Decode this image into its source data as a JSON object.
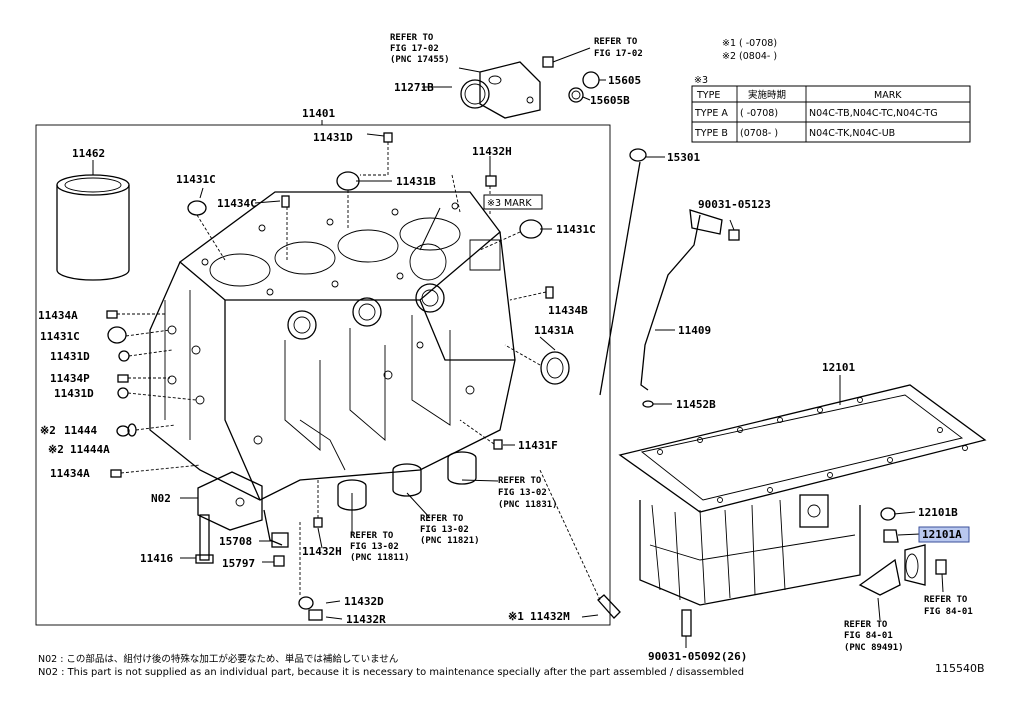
{
  "labels": {
    "l11462": "11462",
    "l11401": "11401",
    "l11431C_a": "11431C",
    "l11434C": "11434C",
    "l11431D_top": "11431D",
    "l11271B": "11271B",
    "l11431B": "11431B",
    "l11432H_top": "11432H",
    "l3mark": "※3 MARK",
    "l11431C_b": "11431C",
    "l15605": "15605",
    "l15605B": "15605B",
    "l15301": "15301",
    "l90031_05123": "90031-05123",
    "l11434A_a": "11434A",
    "l11431C_c": "11431C",
    "l11431D_a": "11431D",
    "l11434P": "11434P",
    "l11431D_b": "11431D",
    "l11444": "11444",
    "l11444A": "11444A",
    "l11434A_b": "11434A",
    "l11434B": "11434B",
    "l11431A": "11431A",
    "l11409": "11409",
    "l11452B": "11452B",
    "l12101": "12101",
    "l11431F": "11431F",
    "lN02": "N02",
    "l15708": "15708",
    "l11416": "11416",
    "l15797": "15797",
    "l11432H_b": "11432H",
    "l11432D": "11432D",
    "l11432R": "11432R",
    "l11432M": "11432M",
    "l12101B": "12101B",
    "l12101A": "12101A",
    "l90031_05092": "90031-05092(26)",
    "mark1": "※1",
    "mark2a": "※2",
    "mark2b": "※2"
  },
  "refs": {
    "r1_a": "REFER TO",
    "r1_b": "FIG 17-02",
    "r1_c": "(PNC 17455)",
    "r2_a": "REFER TO",
    "r2_b": "FIG 17-02",
    "r3_a": "REFER TO",
    "r3_b": "FIG 13-02",
    "r3_c": "(PNC 11831)",
    "r4_a": "REFER TO",
    "r4_b": "FIG 13-02",
    "r4_c": "(PNC 11821)",
    "r5_a": "REFER TO",
    "r5_b": "FIG 13-02",
    "r5_c": "(PNC 11811)",
    "r6_a": "REFER TO",
    "r6_b": "FIG 84-01",
    "r6_c": "(PNC 89491)",
    "r7_a": "REFER TO",
    "r7_b": "FIG 84-01"
  },
  "legend": {
    "line1": "※1 (      -0708)",
    "line2": "※2 (0804-      )",
    "table_title": "※3"
  },
  "mark_table": {
    "headers": [
      "TYPE",
      "実施時期",
      "MARK"
    ],
    "rows": [
      [
        "TYPE A",
        "(      -0708)",
        "N04C-TB,N04C-TC,N04C-TG"
      ],
      [
        "TYPE B",
        "(0708-      )",
        "N04C-TK,N04C-UB"
      ]
    ]
  },
  "footnotes": {
    "jp": "N02 : この部品は、組付け後の特殊な加工が必要なため、単品では補給していません",
    "en": "N02 : This part is not supplied as an individual part, because it is necessary to maintenance specially after the part assembled / disassembled"
  },
  "figure_id": "115540B",
  "colors": {
    "highlight": "#b9c8ef",
    "line": "#000000"
  }
}
